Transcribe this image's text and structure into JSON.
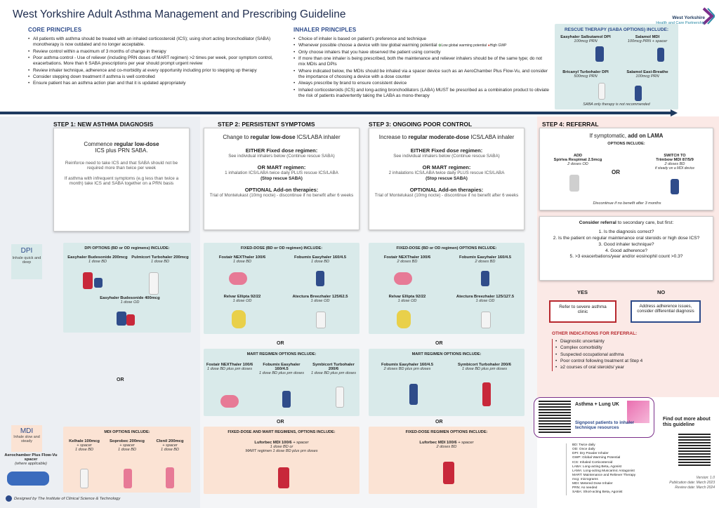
{
  "title": "West Yorkshire Adult Asthma Management and Prescribing Guideline",
  "logo": {
    "line1": "West Yorkshire",
    "line2": "Health and Care Partnership"
  },
  "core": {
    "heading": "CORE PRINCIPLES",
    "items": [
      "All patients with asthma should be treated with an inhaled corticosteroid (ICS); using short acting bronchodilator (SABA) monotherapy is now outdated and no longer acceptable.",
      "Review control within a maximum of 3 months of change in therapy",
      "Poor asthma control - Use of reliever (including PRN doses of MART regimen) >2 times per week, poor symptom control, exacerbations. More than 6 SABA prescriptions per year should prompt urgent review",
      "Review inhaler technique, adherence and co-morbidity at every opportunity including prior to stepping up therapy",
      "Consider stepping down treatment if asthma is well controlled",
      "Ensure patient has an asthma action plan and that it is updated appropriately"
    ]
  },
  "inhaler": {
    "heading": "INHALER PRINCIPLES",
    "items": [
      "Choice of inhaler is based on patient's preference and technique",
      "Whenever possible choose a device with low global warming potential",
      "Only choose inhalers that you have observed the patient using correctly",
      "If more than one inhaler is being prescribed, both the maintenance and reliever inhalers should be of the same type; do not mix MDIs and DPIs",
      "Where indicated below, the MDIs should be inhaled via a spacer device such as an AeroChamber Plus Flow-Vu, and consider the importance of choosing a device with a dose counter",
      "Always prescribe by brand to ensure consistent device",
      "Inhaled corticosteroids (ICS) and long-acting bronchodilators (LABA) MUST be prescribed as a combination product to obviate the risk of patients inadvertently taking the LABA as mono-therapy"
    ],
    "low_gwp": "Low global warming potential",
    "high_gwp": "High GWP"
  },
  "rescue": {
    "heading": "RESCUE THERAPY (SABA OPTIONS) INCLUDE:",
    "i1_name": "Easyhaler Salbutamol DPI",
    "i1_dose": "100mcg PRN",
    "i2_name": "Salamol MDI",
    "i2_dose": "100mcg PRN + spacer",
    "i3_name": "Bricanyl Turbohaler DPI",
    "i3_dose": "500mcg PRN",
    "i4_name": "Salamol Easi-Breathe",
    "i4_dose": "100mcg PRN",
    "note": "SABA only therapy is not recommended"
  },
  "step1": {
    "heading": "STEP 1: NEW ASTHMA DIAGNOSIS",
    "l1": "Commence",
    "l1b": "regular low-dose",
    "l2": "ICS plus PRN SABA.",
    "p1": "Reinforce need to take ICS and that SABA should not be required more than twice per week",
    "p2": "If asthma with infrequent symptoms (e.g less than twice a month) take ICS and SABA together on a PRN basis"
  },
  "step2": {
    "heading": "STEP 2: PERSISTENT SYMPTOMS",
    "intro": "Change to",
    "intro_b": "regular low-dose",
    "intro_e": "ICS/LABA inhaler",
    "fixed_h": "EITHER Fixed dose regimen:",
    "fixed_t": "See individual inhalers below (Continue rescue SABA)",
    "mart_h": "OR MART regimen:",
    "mart_t": "1 inhalation ICS/LABA twice daily PLUS rescue ICS/LABA",
    "mart_t2": "(Stop rescue SABA)",
    "addon_h": "OPTIONAL Add-on therapies:",
    "addon_t": "Trial of Montelukast (10mg nocte) - discontinue if no benefit after 6 weeks"
  },
  "step3": {
    "heading": "STEP 3: ONGOING POOR CONTROL",
    "intro": "Increase to",
    "intro_b": "regular moderate-dose",
    "intro_e": "ICS/LABA inhaler",
    "fixed_h": "EITHER Fixed dose regimen:",
    "fixed_t": "See individual inhalers below (Continue rescue SABA)",
    "mart_h": "OR MART regimen:",
    "mart_t": "2 inhalations ICS/LABA twice daily PLUS rescue ICS/LABA",
    "mart_t2": "(Stop rescue SABA)",
    "addon_h": "OPTIONAL Add-on therapies:",
    "addon_t": "Trial of Montelukast (10mg nocte) - discontinue if no benefit after 6 weeks"
  },
  "step4": {
    "heading": "STEP 4: REFERRAL",
    "if": "If symptomatic,",
    "if_b": "add on LAMA",
    "opts": "OPTIONS INCLUDE:",
    "a_h": "ADD",
    "a_n": "Spiriva Respimat 2.5mcg",
    "a_d": "2 doses OD",
    "or": "OR",
    "b_h": "SWITCH TO",
    "b_n": "Trimbow MDI 87/5/9",
    "b_d": "2 doses BD",
    "b_note": "if steady on a MDI device",
    "disc": "Discontinue if no benefit after 3 months",
    "ref_h": "Consider referral",
    "ref_h2": "to secondary care, but first:",
    "q1": "1. Is the diagnosis correct?",
    "q2": "2. Is the patient on regular maintenance oral steroids or high dose ICS?",
    "q3": "3. Good inhaler technique?",
    "q4": "4. Good adherence?",
    "q5": "5. >3 exacerbations/year and/or eosinophil count >0.3?",
    "yes": "YES",
    "no": "NO",
    "yes_t": "Refer to severe asthma clinic",
    "no_t": "Address adherence issues, consider differential diagnosis",
    "other_h": "OTHER INDICATIONS FOR REFERRAL:",
    "other": [
      "Diagnostic uncertainty",
      "Complex comorbidity",
      "Suspected occupational asthma",
      "Poor control following treatment at Step 4",
      "≥2 courses of oral steroids/ year"
    ]
  },
  "dpi": {
    "tag": "DPI",
    "sub": "Inhale quick and deep",
    "s1_h": "DPI OPTIONS (BD or OD regimens) INCLUDE:",
    "s1": [
      {
        "n": "Easyhaler Budesonide 200mcg",
        "d": "1 dose BD"
      },
      {
        "n": "Pulmicort Turbohaler 200mcg",
        "d": "1 dose BD"
      },
      {
        "n": "Easyhaler Budesonide 400mcg",
        "d": "1 dose OD"
      }
    ],
    "s2_h": "FIXED-DOSE (BD or OD regimen) INCLUDE:",
    "s2": [
      {
        "n": "Fostair NEXThaler 100/6",
        "d": "1 dose BD"
      },
      {
        "n": "Fobumix Easyhaler 160/4.5",
        "d": "1 dose BD"
      },
      {
        "n": "Relvar Ellipta 92/22",
        "d": "1 dose OD"
      },
      {
        "n": "Atectura Breezhaler 125/62.5",
        "d": "1 dose OD"
      }
    ],
    "s3_h": "FIXED-DOSE (BD or OD regimen) OPTIONS INCLUDE:",
    "s3": [
      {
        "n": "Fostair NEXThaler 100/6",
        "d": "2 doses BD"
      },
      {
        "n": "Fobumix Easyhaler 160/4.5",
        "d": "2 doses BD"
      },
      {
        "n": "Relvar Ellipta 92/22",
        "d": "1 dose OD"
      },
      {
        "n": "Atectura Breezhaler 125/127.5",
        "d": "1 dose OD"
      }
    ],
    "m2_h": "MART REGIMEN OPTIONS INCLUDE:",
    "m2": [
      {
        "n": "Fostair NEXThaler 100/6",
        "d": "1 dose BD plus prn doses"
      },
      {
        "n": "Fobumix Easyhaler 160/4.5",
        "d": "1 dose BD plus prn doses"
      },
      {
        "n": "Symbicort Turbohaler 200/6",
        "d": "1 dose BD plus prn doses"
      }
    ],
    "m3_h": "MART REGIMEN OPTIONS INCLUDE:",
    "m3": [
      {
        "n": "Fobumix Easyhaler 160/4.5",
        "d": "2 doses BD plus prn doses"
      },
      {
        "n": "Symbicort Turbohaler 200/6",
        "d": "1 dose BD plus prn doses"
      }
    ]
  },
  "mdi": {
    "tag": "MDI",
    "sub": "Inhale slow and steady",
    "spacer": "Aerochamber Plus Flow-Vu spacer",
    "spacer_note": "(where applicable)",
    "s1_h": "MDI OPTIONS INCLUDE:",
    "s1": [
      {
        "n": "Kelhale 100mcg",
        "d": "+ spacer",
        "d2": "1 dose BD"
      },
      {
        "n": "Soprobec 200mcg",
        "d": "+ spacer",
        "d2": "1 dose BD"
      },
      {
        "n": "Clenil 200mcg",
        "d": "+ spacer",
        "d2": "1 dose BD"
      }
    ],
    "s2_h": "FIXED-DOSE AND MART REGIMENS, OPTIONS INCLUDE:",
    "s2_n": "Luforbec MDI 100/6",
    "s2_d": "+ spacer",
    "s2_d2": "1 dose BD or",
    "s2_d3": "MART regimen 1 dose BD plus prn doses",
    "s3_h": "FIXED-DOSE REGIMEN OPTIONS INCLUDE:",
    "s3_n": "Luforbec MDI 100/6",
    "s3_d": "+ spacer",
    "s3_d2": "2 doses BD"
  },
  "or": "OR",
  "alk": {
    "brand": "Asthma + Lung UK",
    "text": "Signpost patients to inhaler technique resources"
  },
  "findout": "Find out more about this guideline",
  "glossary": [
    "BD: Twice daily",
    "OD: Once daily",
    "DPI: Dry Powder Inhaler",
    "GWP: Global Warming Potential",
    "ICS: Inhaled Corticosteroid",
    "LABA: Long-acting Beta₂ Agonist",
    "LAMA: Long-acting Muscarinic Antagonist",
    "MART: Maintenance and Reliever Therapy",
    "mcg: micrograms",
    "MDI: Metered Dose Inhaler",
    "PRN: As needed",
    "SABA: Short-acting Beta₂ Agonist"
  ],
  "version": [
    "Version: 1.0",
    "Publication date: March 2023",
    "Review date: March 2024"
  ],
  "credit": "Designed by The Institute of Clinical Science & Technology",
  "colors": {
    "navy": "#1e3a5f",
    "teal": "#d9eaea",
    "peach": "#fbe3d4",
    "accent": "#c0392b"
  }
}
